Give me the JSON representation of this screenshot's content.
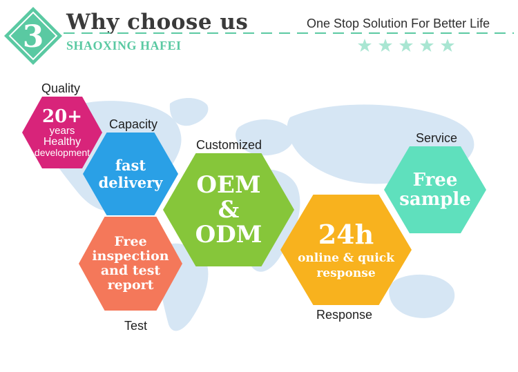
{
  "header": {
    "badge_number": "3",
    "title": "Why choose us",
    "subtitle": "SHAOXING HAFEI",
    "tagline": "One Stop Solution For Better Life"
  },
  "colors": {
    "accent_green": "#5ac9a2",
    "map_blue": "#d6e6f4",
    "magenta": "#d8247a",
    "blue": "#2aa0e6",
    "green": "#86c63a",
    "salmon": "#f4785a",
    "orange": "#f8b21e",
    "mint": "#5fe0bd"
  },
  "features": [
    {
      "category": "Quality",
      "big": "20+",
      "lines": [
        "years",
        "Healthy",
        "development"
      ]
    },
    {
      "category": "Capacity",
      "lines": [
        "fast",
        "delivery"
      ]
    },
    {
      "category": "Customized",
      "lines": [
        "OEM",
        "&",
        "ODM"
      ]
    },
    {
      "category": "Test",
      "lines": [
        "Free",
        "inspection",
        "and test",
        "report"
      ]
    },
    {
      "category": "Response",
      "big": "24h",
      "lines": [
        "online & quick",
        "response"
      ]
    },
    {
      "category": "Service",
      "lines": [
        "Free",
        "sample"
      ]
    }
  ]
}
